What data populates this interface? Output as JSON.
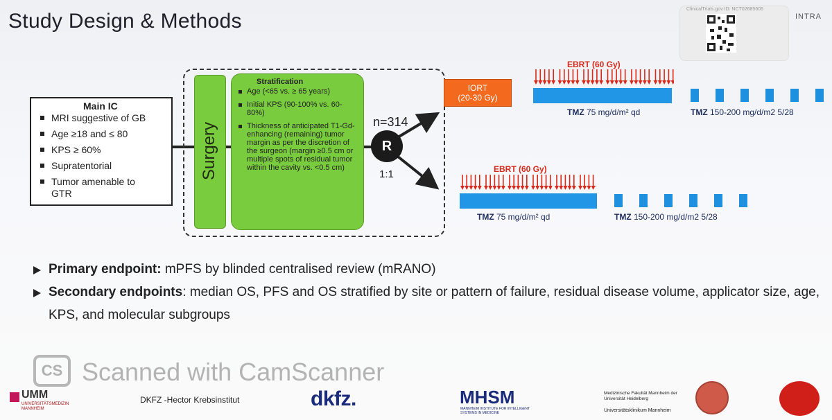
{
  "title": "Study Design & Methods",
  "header_corner": {
    "qr_caption": "ClinicalTrials.gov ID: NCT02685605",
    "brand_text": "INTRA"
  },
  "main_ic": {
    "title": "Main IC",
    "items": [
      "MRI suggestive of GB",
      "Age ≥18 and ≤ 80",
      "KPS ≥ 60%",
      "Supratentorial",
      "Tumor amenable to GTR"
    ]
  },
  "surgery_label": "Surgery",
  "stratification": {
    "title": "Stratification",
    "items": [
      "Age (<65 vs. ≥ 65 years)",
      "Initial KPS (90-100% vs. 60-80%)",
      "Thickness of anticipated T1-Gd-enhancing (remaining) tumor margin as per the discretion of the surgeon (margin ≥0.5 cm or multiple spots of residual tumor within the cavity vs. <0.5 cm)"
    ]
  },
  "randomization": {
    "symbol": "R",
    "n": "n=314",
    "ratio": "1:1"
  },
  "arm_a": {
    "iort_label": "IORT",
    "iort_dose": "(20-30 Gy)",
    "ebrt_label": "EBRT (60 Gy)",
    "tmz_concurrent_bold": "TMZ",
    "tmz_concurrent": " 75 mg/d/m² qd",
    "tmz_adjuvant_bold": "TMZ",
    "tmz_adjuvant": " 150-200 mg/d/m2 5/28"
  },
  "arm_b": {
    "ebrt_label": "EBRT (60 Gy)",
    "tmz_concurrent_bold": "TMZ",
    "tmz_concurrent": " 75 mg/d/m² qd",
    "tmz_adjuvant_bold": "TMZ",
    "tmz_adjuvant": " 150-200 mg/d/m2 5/28"
  },
  "endpoints": {
    "primary_label": "Primary endpoint:",
    "primary_text": " mPFS by blinded centralised review (mRANO)",
    "secondary_label": "Secondary endpoints",
    "secondary_text": ": median OS, PFS and OS stratified by site or pattern of failure, residual disease volume, applicator size, age, KPS, and molecular subgroups"
  },
  "watermark": {
    "icon_text": "CS",
    "text": "Scanned with CamScanner"
  },
  "footer": {
    "umm": "UMM",
    "umm_sub": "UNIVERSITÄTSMEDIZIN MANNHEIM",
    "dkfz_hector": "DKFZ -Hector Krebsinstitut",
    "dkfz_logo": "dkfz.",
    "mhism": "MHSM",
    "mhism_sub": "MANNHEIM INSTITUTE FOR INTELLIGENT SYSTEMS IN MEDICINE",
    "fakultaet": "Medizinische Fakultät Mannheim der Universität Heidelberg",
    "klinikum": "Universitätsklinikum Mannheim"
  },
  "colors": {
    "green": "#79cc3d",
    "orange": "#f36a1f",
    "blue": "#2196e6",
    "red": "#d82a1a"
  }
}
